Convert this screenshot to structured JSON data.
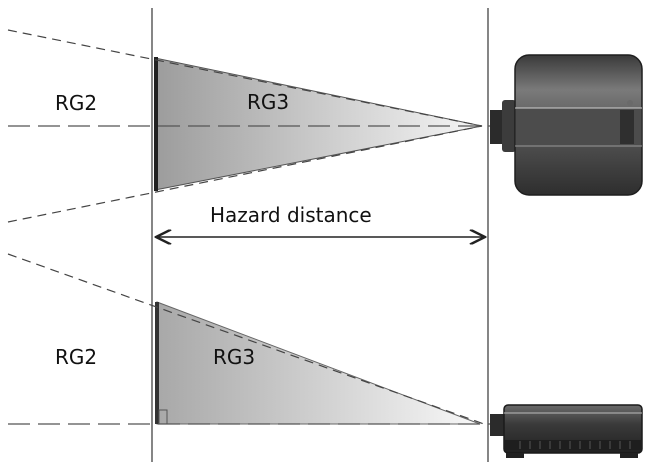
{
  "diagram": {
    "top": {
      "outer_zone_label": "RG2",
      "inner_zone_label": "RG3"
    },
    "bottom": {
      "outer_zone_label": "RG2",
      "inner_zone_label": "RG3"
    },
    "dimension_label": "Hazard distance"
  },
  "colors": {
    "line": "#333333",
    "cone_dark": "#9a9a9a",
    "cone_light": "#f4f4f4",
    "projector_body": "#4a4a4a",
    "projector_highlight": "#bdbdbd"
  }
}
